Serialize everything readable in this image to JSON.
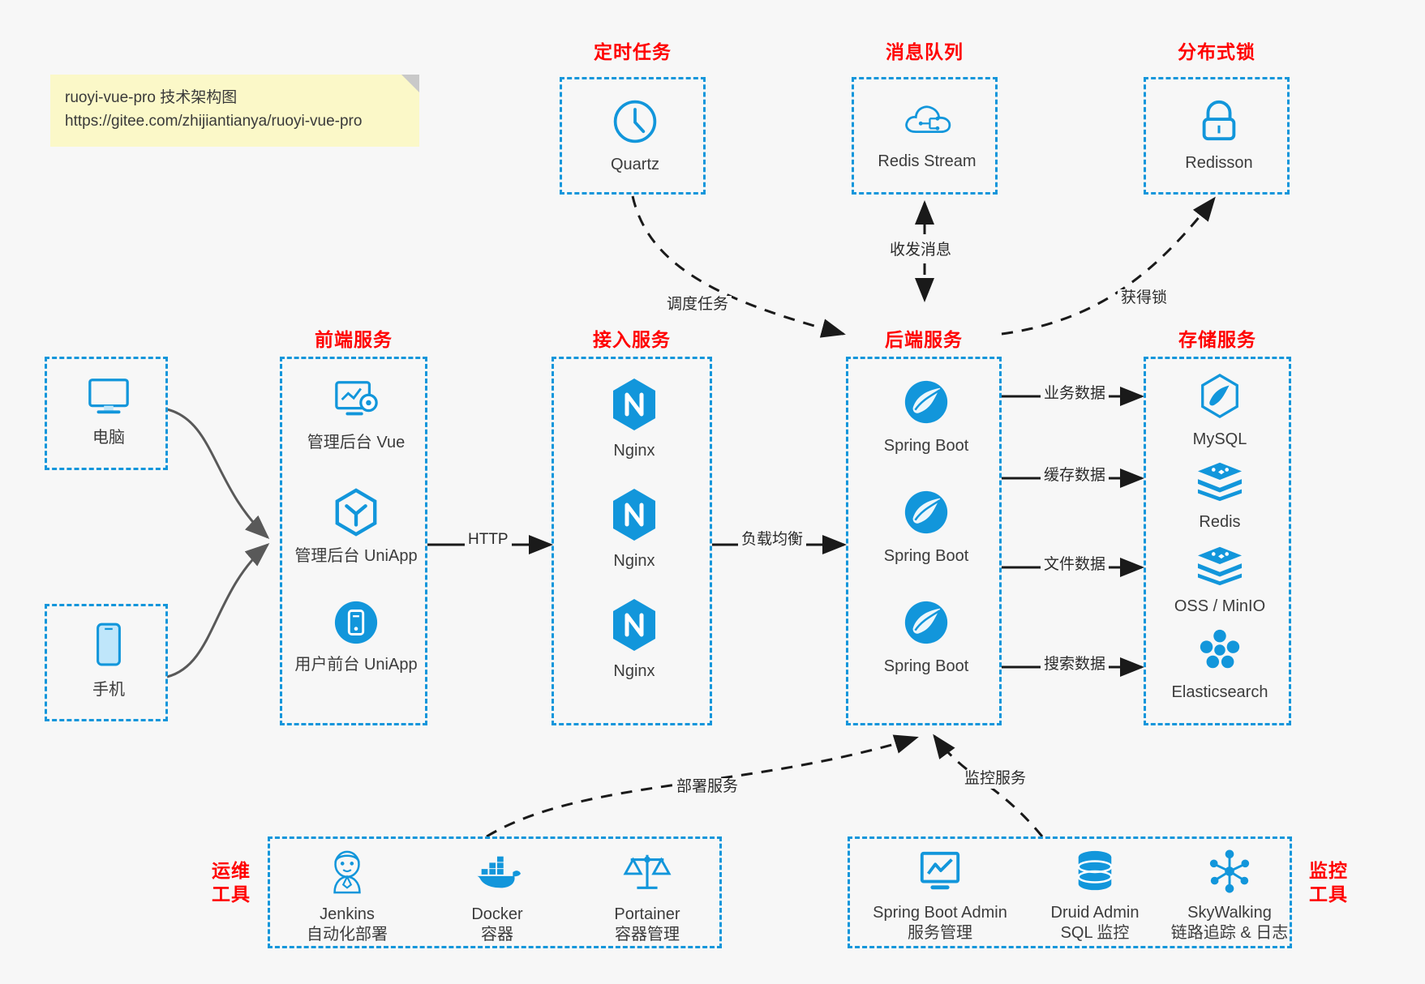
{
  "note": {
    "line1": "ruoyi-vue-pro 技术架构图",
    "line2": "https://gitee.com/zhijiantianya/ruoyi-vue-pro"
  },
  "colors": {
    "border_blue": "#1296db",
    "icon_blue": "#1296db",
    "title_red": "#ff0000",
    "text_dark": "#3c3c3c",
    "canvas": "#f7f7f7",
    "note_yellow": "#fbf8c8",
    "edge_gray": "#595959"
  },
  "groups": {
    "scheduler": {
      "title": "定时任务",
      "nodes": [
        {
          "label": "Quartz",
          "icon": "clock-icon"
        }
      ]
    },
    "mq": {
      "title": "消息队列",
      "nodes": [
        {
          "label": "Redis Stream",
          "icon": "cloud-stream-icon"
        }
      ]
    },
    "lock": {
      "title": "分布式锁",
      "nodes": [
        {
          "label": "Redisson",
          "icon": "lock-icon"
        }
      ]
    },
    "clients": {
      "nodes": [
        {
          "label": "电脑",
          "icon": "desktop-icon"
        },
        {
          "label": "手机",
          "icon": "mobile-icon"
        }
      ]
    },
    "frontend": {
      "title": "前端服务",
      "nodes": [
        {
          "label": "管理后台 Vue",
          "icon": "dashboard-gear-icon"
        },
        {
          "label": "管理后台 UniApp",
          "icon": "hexagon-y-icon"
        },
        {
          "label": "用户前台 UniApp",
          "icon": "mobile-circle-icon"
        }
      ]
    },
    "gateway": {
      "title": "接入服务",
      "nodes": [
        {
          "label": "Nginx",
          "icon": "nginx-icon"
        },
        {
          "label": "Nginx",
          "icon": "nginx-icon"
        },
        {
          "label": "Nginx",
          "icon": "nginx-icon"
        }
      ]
    },
    "backend": {
      "title": "后端服务",
      "nodes": [
        {
          "label": "Spring Boot",
          "icon": "spring-icon"
        },
        {
          "label": "Spring Boot",
          "icon": "spring-icon"
        },
        {
          "label": "Spring Boot",
          "icon": "spring-icon"
        }
      ]
    },
    "storage": {
      "title": "存储服务",
      "nodes": [
        {
          "label": "MySQL",
          "icon": "mysql-icon"
        },
        {
          "label": "Redis",
          "icon": "redis-icon"
        },
        {
          "label": "OSS / MinIO",
          "icon": "redis-icon"
        },
        {
          "label": "Elasticsearch",
          "icon": "elasticsearch-icon"
        }
      ]
    },
    "devops": {
      "title_line1": "运维",
      "title_line2": "工具",
      "nodes": [
        {
          "label": "Jenkins",
          "sub": "自动化部署",
          "icon": "jenkins-icon"
        },
        {
          "label": "Docker",
          "sub": "容器",
          "icon": "docker-icon"
        },
        {
          "label": "Portainer",
          "sub": "容器管理",
          "icon": "scales-icon"
        }
      ]
    },
    "monitor": {
      "title_line1": "监控",
      "title_line2": "工具",
      "nodes": [
        {
          "label": "Spring Boot Admin",
          "sub": "服务管理",
          "icon": "monitor-chart-icon"
        },
        {
          "label": "Druid Admin",
          "sub": "SQL 监控",
          "icon": "database-icon"
        },
        {
          "label": "SkyWalking",
          "sub": "链路追踪 & 日志",
          "icon": "skywalking-icon"
        }
      ]
    }
  },
  "edges": [
    {
      "id": "http",
      "label": "HTTP"
    },
    {
      "id": "load-balance",
      "label": "负载均衡"
    },
    {
      "id": "schedule-task",
      "label": "调度任务"
    },
    {
      "id": "mq-send-receive",
      "label": "收发消息"
    },
    {
      "id": "acquire-lock",
      "label": "获得锁"
    },
    {
      "id": "business-data",
      "label": "业务数据"
    },
    {
      "id": "cache-data",
      "label": "缓存数据"
    },
    {
      "id": "file-data",
      "label": "文件数据"
    },
    {
      "id": "search-data",
      "label": "搜索数据"
    },
    {
      "id": "deploy-service",
      "label": "部署服务"
    },
    {
      "id": "monitor-service",
      "label": "监控服务"
    }
  ]
}
